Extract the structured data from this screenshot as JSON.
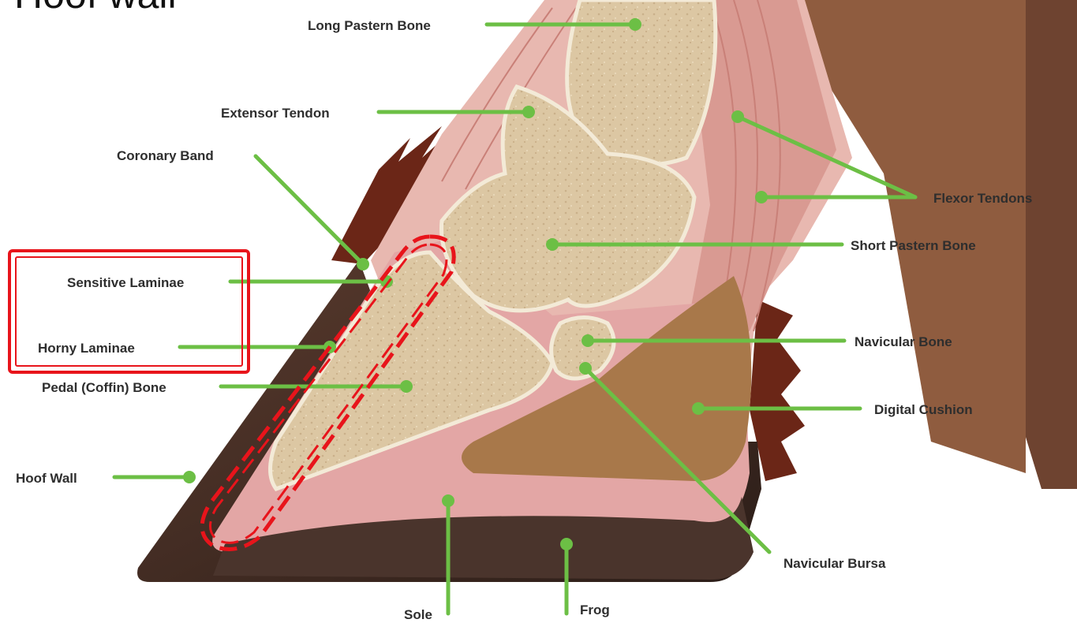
{
  "title": "Hoof wall",
  "colors": {
    "leader": "#6cbf45",
    "highlight": "#e8141b",
    "hoof_wall": "#3f2a22",
    "laminae": "#e3a6a5",
    "bone": "#dcc7a3",
    "cushion": "#a8784a",
    "hair": "#6b2617",
    "tendon": "#d99a92"
  },
  "labels": {
    "long_pastern_bone": "Long Pastern Bone",
    "extensor_tendon": "Extensor Tendon",
    "coronary_band": "Coronary Band",
    "flexor_tendons": "Flexor Tendons",
    "short_pastern_bone": "Short Pastern Bone",
    "sensitive_laminae": "Sensitive Laminae",
    "horny_laminae": "Horny Laminae",
    "navicular_bone": "Navicular Bone",
    "pedal_bone": "Pedal (Coffin) Bone",
    "digital_cushion": "Digital Cushion",
    "hoof_wall": "Hoof Wall",
    "navicular_bursa": "Navicular Bursa",
    "sole": "Sole",
    "frog": "Frog"
  }
}
